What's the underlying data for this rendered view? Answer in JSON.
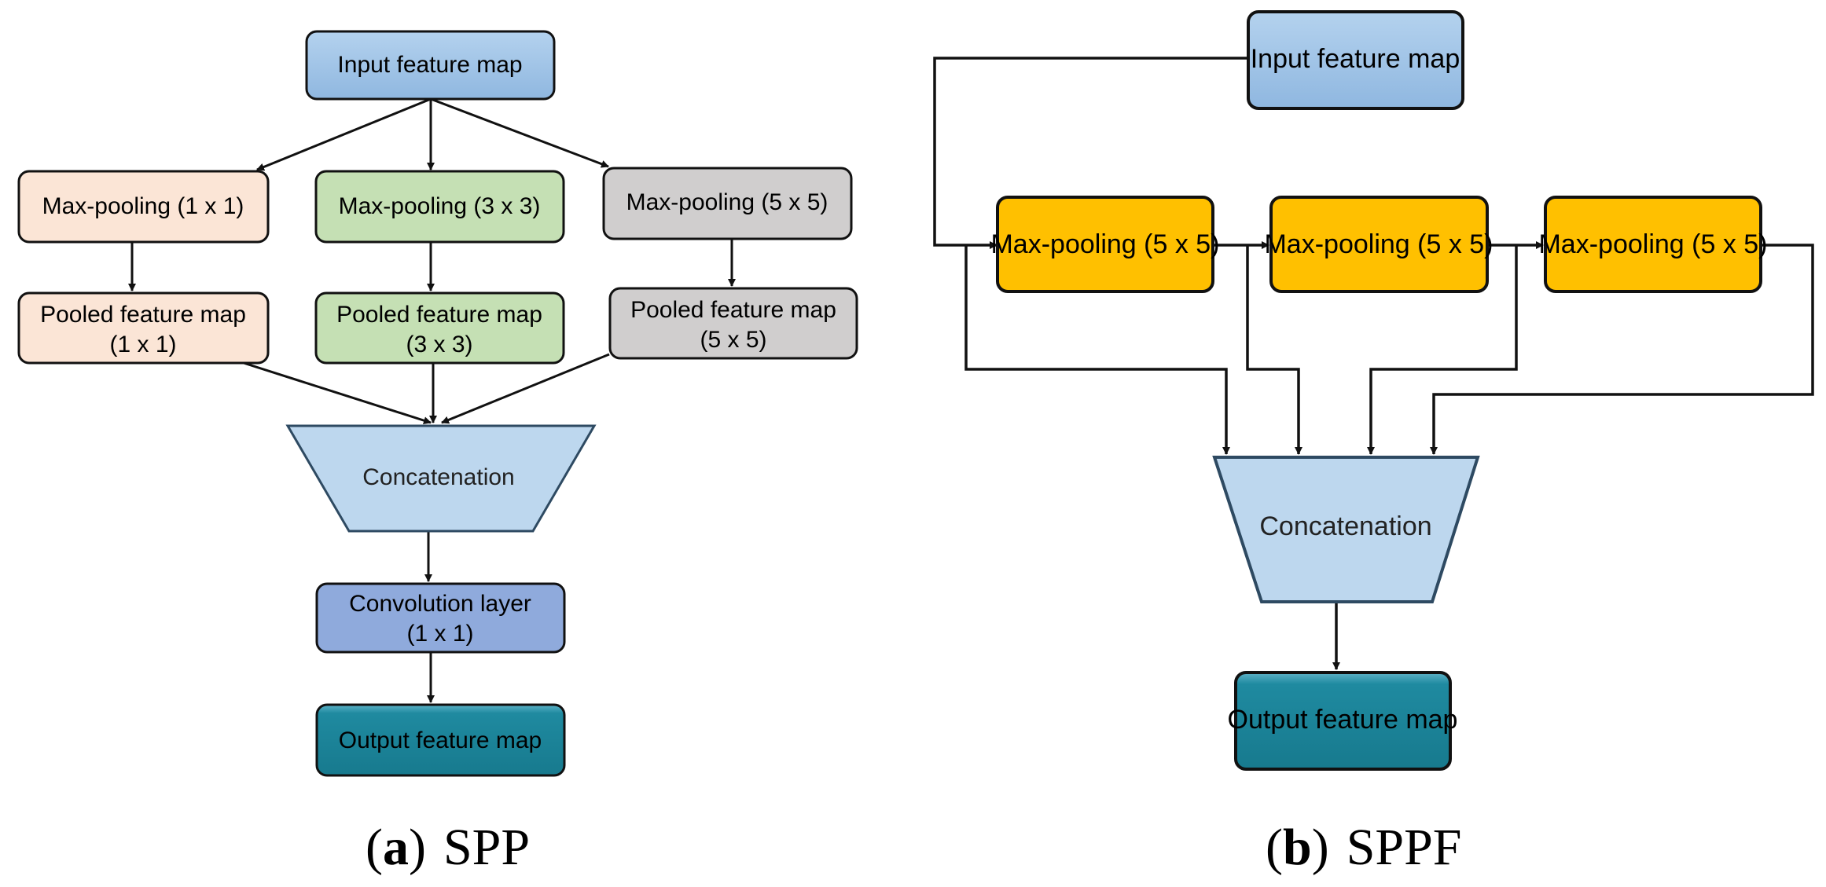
{
  "spp": {
    "input": "Input feature map",
    "pool_1": "Max-pooling (1 x 1)",
    "pool_3": "Max-pooling (3 x 3)",
    "pool_5": "Max-pooling (5 x 5)",
    "pooled_1_line1": "Pooled feature map",
    "pooled_1_line2": "(1 x 1)",
    "pooled_3_line1": "Pooled feature map",
    "pooled_3_line2": "(3 x 3)",
    "pooled_5_line1": "Pooled feature map",
    "pooled_5_line2": "(5 x 5)",
    "concat": "Concatenation",
    "conv_line1": "Convolution layer",
    "conv_line2": "(1 x 1)",
    "output": "Output feature map",
    "caption_letter": "a",
    "caption_open": "(",
    "caption_close": ")",
    "caption_text": "SPP"
  },
  "sppf": {
    "input": "Input feature map",
    "pool_a": "Max-pooling (5 x 5)",
    "pool_b": "Max-pooling (5 x 5)",
    "pool_c": "Max-pooling (5 x 5)",
    "concat": "Concatenation",
    "output": "Output feature map",
    "caption_letter": "b",
    "caption_open": "(",
    "caption_close": ")",
    "caption_text": "SPPF"
  },
  "colors": {
    "input_blue": "#9dc3e6",
    "peach": "#fbe5d6",
    "green": "#c5e0b4",
    "gray": "#d0cece",
    "concat_blue": "#bdd7ee",
    "conv_blue": "#8faadc",
    "teal": "#1b869c",
    "orange": "#ffc000",
    "stroke": "#111111"
  }
}
